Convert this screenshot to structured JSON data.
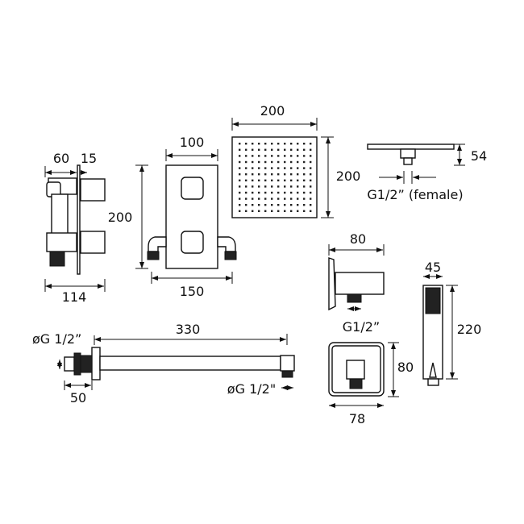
{
  "title": "Shower system dimension drawing",
  "colors": {
    "line": "#111111",
    "background": "#ffffff"
  },
  "valve_side": {
    "depth_label": "60",
    "plate_label": "15",
    "overall_label": "114"
  },
  "valve_front": {
    "width_label": "100",
    "height_label": "200",
    "overall_width_label": "150"
  },
  "square_head": {
    "width_label": "200",
    "height_label": "200"
  },
  "head_side": {
    "height_label": "54",
    "connection_label": "G1/2” (female)"
  },
  "wall_outlet_side": {
    "projection_label": "80",
    "connection_label": "G1/2”"
  },
  "wall_outlet_front": {
    "height_label": "80",
    "width_label": "78"
  },
  "handset": {
    "width_label": "45",
    "length_label": "220"
  },
  "shower_arm": {
    "length_label": "330",
    "inlet_label": "øG 1/2”",
    "wall_depth_label": "50",
    "outlet_label": "øG 1/2\""
  }
}
